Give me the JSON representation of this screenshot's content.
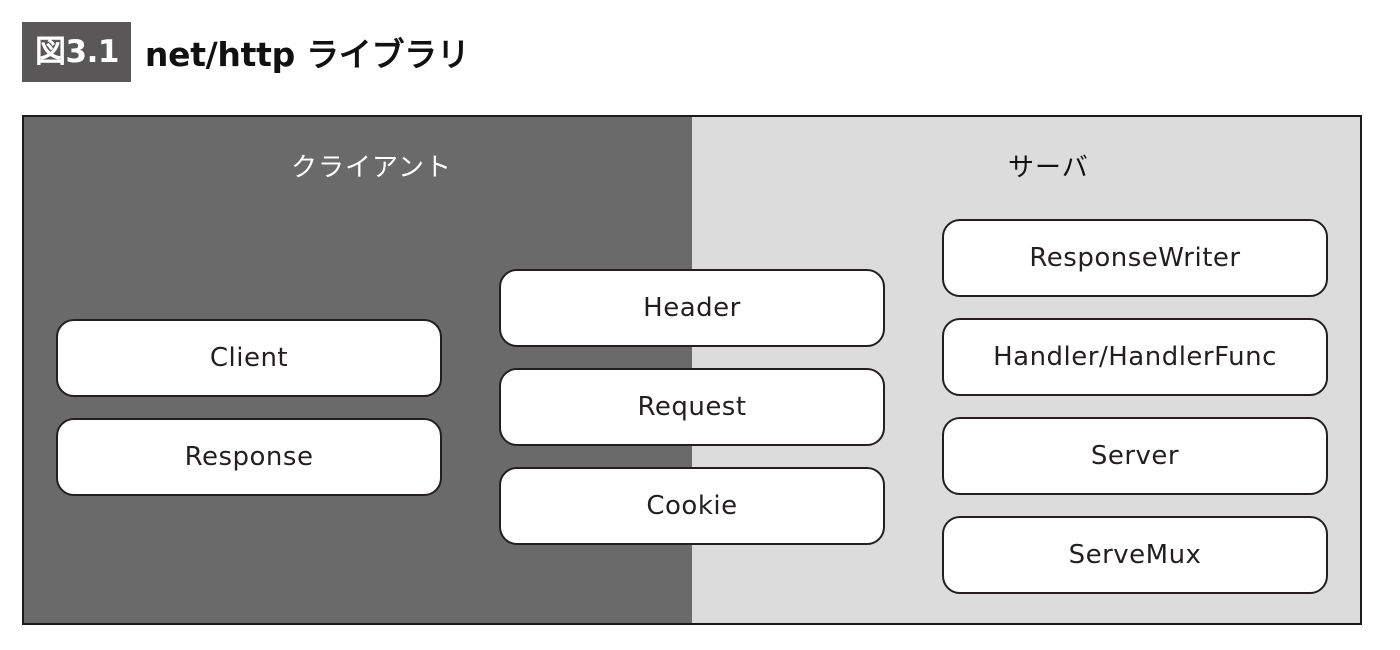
{
  "figure": {
    "label": "図3.1",
    "title": "net/http ライブラリ"
  },
  "zones": {
    "client": {
      "title": "クライアント",
      "boxes": [
        "Client",
        "Response"
      ]
    },
    "shared": {
      "boxes": [
        "Header",
        "Request",
        "Cookie"
      ]
    },
    "server": {
      "title": "サーバ",
      "boxes": [
        "ResponseWriter",
        "Handler/HandlerFunc",
        "Server",
        "ServeMux"
      ]
    }
  },
  "colors": {
    "client_zone": "#6b6a6a",
    "server_zone": "#dcdcdc",
    "label_background": "#595757",
    "box_fill": "#ffffff",
    "box_border": "#231f20"
  }
}
